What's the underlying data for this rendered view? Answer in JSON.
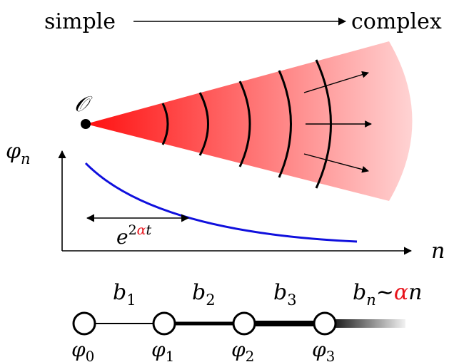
{
  "header": {
    "left_label": "simple",
    "right_label": "complex"
  },
  "origin_label": "𝒪",
  "plot": {
    "y_label_symbol": "φ",
    "y_label_sub": "n",
    "x_label": "n",
    "decay_label_base": "e",
    "decay_label_exp_pre": "2",
    "decay_label_exp_alpha": "α",
    "decay_label_exp_post": "t"
  },
  "chain": {
    "bonds": [
      {
        "symbol": "b",
        "sub": "1"
      },
      {
        "symbol": "b",
        "sub": "2"
      },
      {
        "symbol": "b",
        "sub": "3"
      }
    ],
    "bond_n": {
      "symbol": "b",
      "sub": "n",
      "sim": "∼",
      "alpha": "α",
      "n": "n"
    },
    "nodes": [
      {
        "symbol": "φ",
        "sub": "0"
      },
      {
        "symbol": "φ",
        "sub": "1"
      },
      {
        "symbol": "φ",
        "sub": "2"
      },
      {
        "symbol": "φ",
        "sub": "3"
      }
    ]
  },
  "colors": {
    "wedge": "#ff1a1a",
    "curve": "#1010dd",
    "alpha": "#e8141c"
  }
}
